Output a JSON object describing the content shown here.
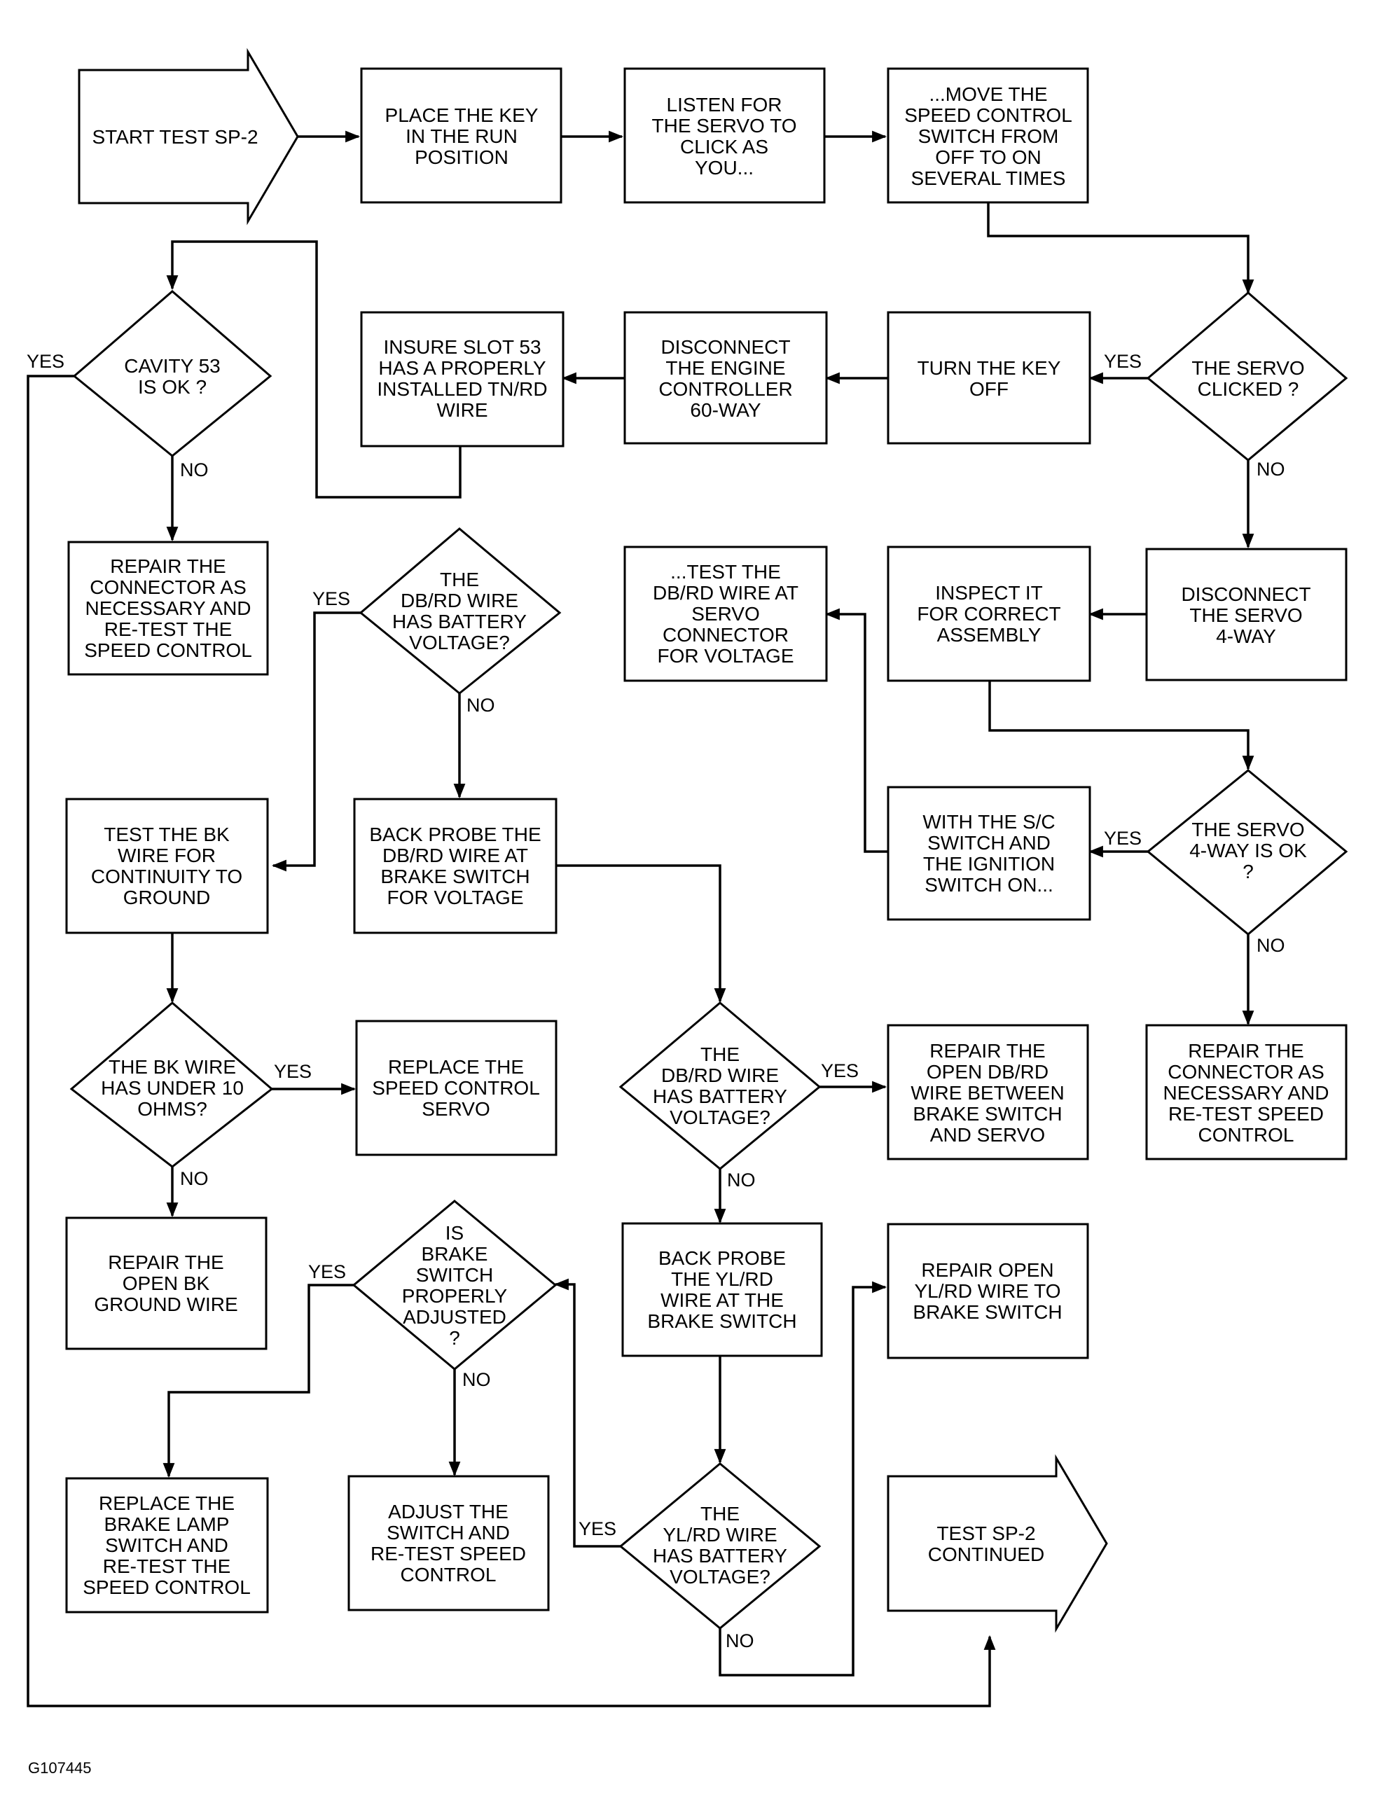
{
  "figure_id": "G107445",
  "nodes": {
    "start": [
      "START TEST SP-2"
    ],
    "key_run": [
      "PLACE THE KEY",
      "IN THE RUN",
      "POSITION"
    ],
    "listen": [
      "LISTEN FOR",
      "THE SERVO TO",
      "CLICK AS",
      "YOU..."
    ],
    "move_switch": [
      "...MOVE THE",
      "SPEED CONTROL",
      "SWITCH FROM",
      "OFF TO ON",
      "SEVERAL TIMES"
    ],
    "servo_clicked": [
      "THE SERVO",
      "CLICKED ?"
    ],
    "key_off": [
      "TURN THE KEY",
      "OFF"
    ],
    "disconnect_ec": [
      "DISCONNECT",
      "THE ENGINE",
      "CONTROLLER",
      "60-WAY"
    ],
    "insure_slot": [
      "INSURE SLOT 53",
      "HAS A PROPERLY",
      "INSTALLED TN/RD",
      "WIRE"
    ],
    "cavity_ok": [
      "CAVITY 53",
      "IS OK ?"
    ],
    "repair_conn1": [
      "REPAIR THE",
      "CONNECTOR AS",
      "NECESSARY AND",
      "RE-TEST THE",
      "SPEED CONTROL"
    ],
    "dbrd_q1": [
      "THE",
      "DB/RD WIRE",
      "HAS BATTERY",
      "VOLTAGE?"
    ],
    "test_dbrd": [
      "...TEST THE",
      "DB/RD WIRE AT",
      "SERVO",
      "CONNECTOR",
      "FOR VOLTAGE"
    ],
    "inspect": [
      "INSPECT IT",
      "FOR CORRECT",
      "ASSEMBLY"
    ],
    "disconnect_servo": [
      "DISCONNECT",
      "THE SERVO",
      "4-WAY"
    ],
    "servo_4way_ok": [
      "THE SERVO",
      "4-WAY IS OK",
      "?"
    ],
    "with_sc": [
      "WITH THE S/C",
      "SWITCH AND",
      "THE IGNITION",
      "SWITCH ON..."
    ],
    "repair_conn2": [
      "REPAIR THE",
      "CONNECTOR AS",
      "NECESSARY AND",
      "RE-TEST SPEED",
      "CONTROL"
    ],
    "test_bk": [
      "TEST THE BK",
      "WIRE FOR",
      "CONTINUITY TO",
      "GROUND"
    ],
    "backprobe_dbrd": [
      "BACK PROBE THE",
      "DB/RD WIRE AT",
      "BRAKE SWITCH",
      "FOR VOLTAGE"
    ],
    "bk_q": [
      "THE BK WIRE",
      "HAS UNDER 10",
      "OHMS?"
    ],
    "replace_servo": [
      "REPLACE THE",
      "SPEED CONTROL",
      "SERVO"
    ],
    "dbrd_q2": [
      "THE",
      "DB/RD WIRE",
      "HAS BATTERY",
      "VOLTAGE?"
    ],
    "repair_open_dbrd": [
      "REPAIR THE",
      "OPEN DB/RD",
      "WIRE BETWEEN",
      "BRAKE SWITCH",
      "AND SERVO"
    ],
    "repair_open_bk": [
      "REPAIR THE",
      "OPEN BK",
      "GROUND WIRE"
    ],
    "brake_adj": [
      "IS",
      "BRAKE",
      "SWITCH",
      "PROPERLY",
      "ADJUSTED",
      "?"
    ],
    "backprobe_ylrd": [
      "BACK PROBE",
      "THE YL/RD",
      "WIRE AT THE",
      "BRAKE SWITCH"
    ],
    "repair_open_ylrd": [
      "REPAIR OPEN",
      "YL/RD WIRE TO",
      "BRAKE SWITCH"
    ],
    "replace_lamp": [
      "REPLACE THE",
      "BRAKE LAMP",
      "SWITCH AND",
      "RE-TEST THE",
      "SPEED CONTROL"
    ],
    "adjust": [
      "ADJUST THE",
      "SWITCH AND",
      "RE-TEST SPEED",
      "CONTROL"
    ],
    "ylrd_q": [
      "THE",
      "YL/RD WIRE",
      "HAS BATTERY",
      "VOLTAGE?"
    ],
    "continued": [
      "TEST SP-2",
      "CONTINUED"
    ]
  },
  "edge_labels": {
    "yes": "YES",
    "no": "NO"
  }
}
